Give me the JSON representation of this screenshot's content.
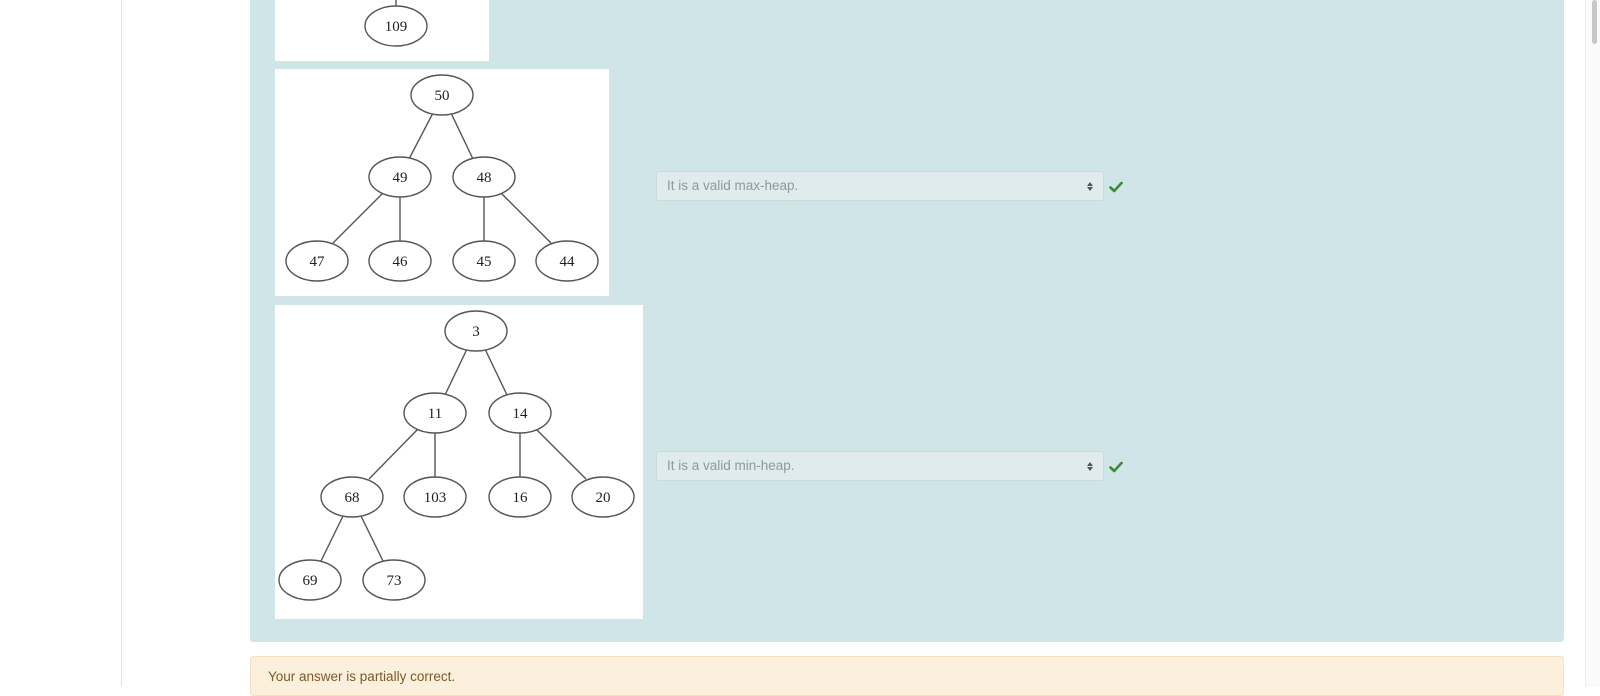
{
  "question": {
    "items": [
      {
        "tree_nodes": [
          "109"
        ]
      },
      {
        "tree_nodes": [
          "50",
          "49",
          "48",
          "47",
          "46",
          "45",
          "44"
        ],
        "selected_answer": "It is a valid max-heap.",
        "correct": true
      },
      {
        "tree_nodes": [
          "3",
          "11",
          "14",
          "68",
          "103",
          "16",
          "20",
          "69",
          "73"
        ],
        "selected_answer": "It is a valid min-heap.",
        "correct": true
      }
    ]
  },
  "feedback": {
    "text": "Your answer is partially correct."
  },
  "colors": {
    "panel_bg": "#cfe5e8",
    "feedback_bg": "#fcefdc",
    "check_green": "#3a8a3a"
  },
  "icons": {
    "correct": "check-icon",
    "select": "select-arrows-icon"
  }
}
